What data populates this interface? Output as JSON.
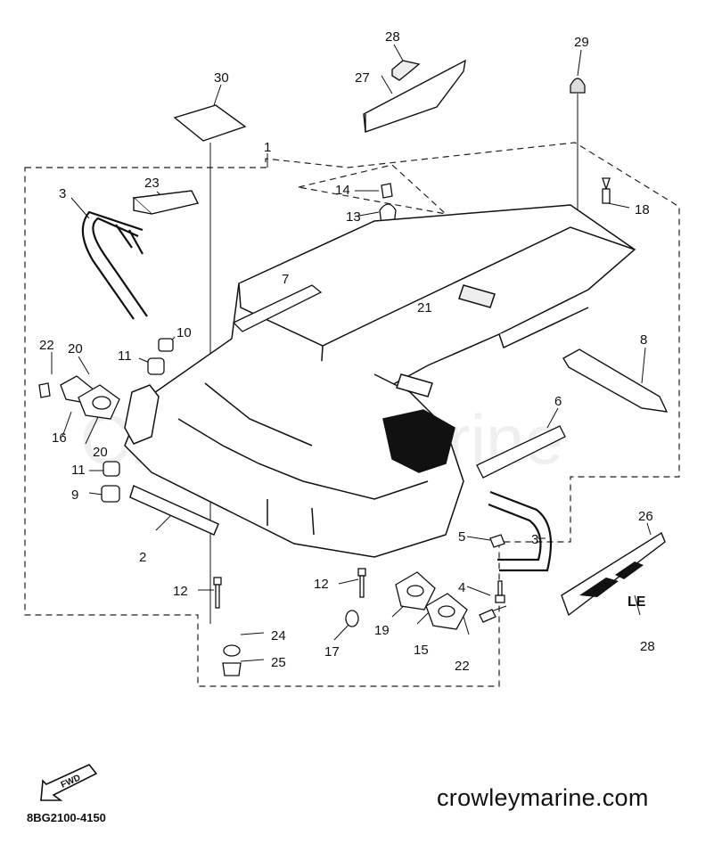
{
  "diagram": {
    "watermark": "Crowley Marine",
    "website": "crowleymarine.com",
    "drawing_number": "8BG2100-4150",
    "front_arrow_label": "FWD",
    "decal_letters": "LE",
    "callouts": {
      "c1": "1",
      "c2": "2",
      "c3a": "3",
      "c3b": "3",
      "c4": "4",
      "c5": "5",
      "c6": "6",
      "c7": "7",
      "c8": "8",
      "c9": "9",
      "c10": "10",
      "c11a": "11",
      "c11b": "11",
      "c12a": "12",
      "c12b": "12",
      "c13": "13",
      "c14": "14",
      "c15": "15",
      "c16": "16",
      "c17": "17",
      "c18": "18",
      "c19": "19",
      "c20a": "20",
      "c20b": "20",
      "c21": "21",
      "c22a": "22",
      "c22b": "22",
      "c23": "23",
      "c24": "24",
      "c25": "25",
      "c26": "26",
      "c27": "27",
      "c28a": "28",
      "c28b": "28",
      "c29": "29",
      "c30": "30"
    }
  }
}
